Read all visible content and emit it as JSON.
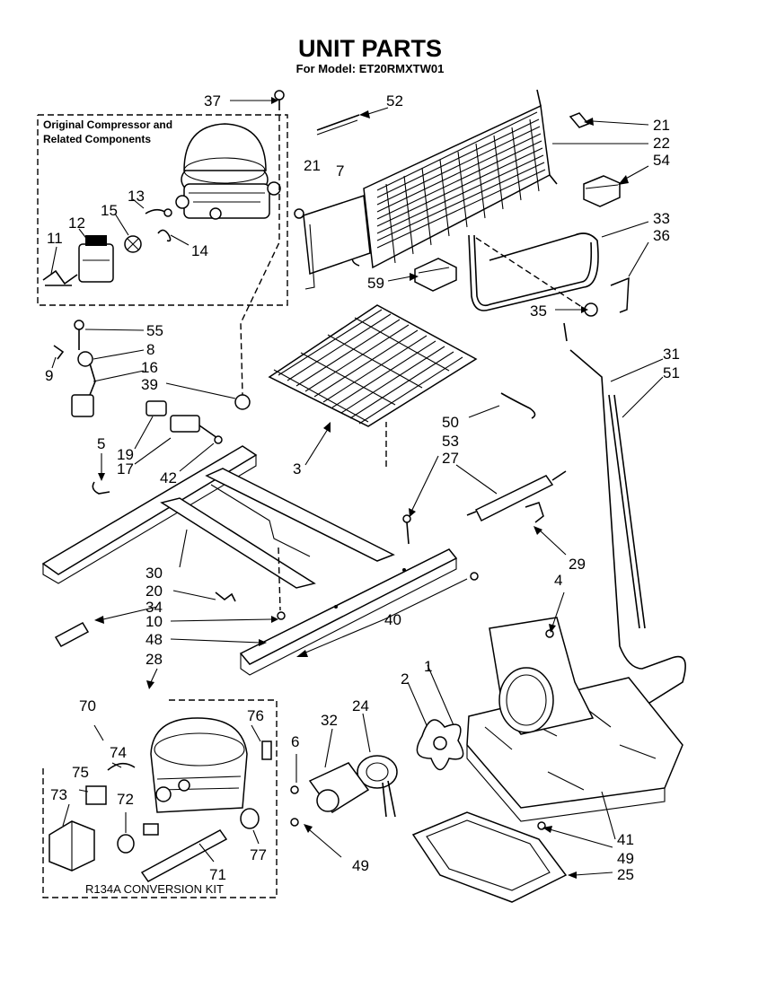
{
  "header": {
    "title": "UNIT PARTS",
    "model_line": "For Model: ET20RMXTW01"
  },
  "compressor_box": {
    "line1": "Original Compressor and",
    "line2": "Related Components"
  },
  "kit_box": {
    "label": "R134A CONVERSION KIT"
  },
  "callouts": {
    "c37": "37",
    "c52": "52",
    "c21a": "21",
    "c22": "22",
    "c21b": "21",
    "c7": "7",
    "c54": "54",
    "c13": "13",
    "c15": "15",
    "c12": "12",
    "c11": "11",
    "c14": "14",
    "c33": "33",
    "c36": "36",
    "c59": "59",
    "c35": "35",
    "c55": "55",
    "c8": "8",
    "c9": "9",
    "c16": "16",
    "c39": "39",
    "c19": "19",
    "c17": "17",
    "c42": "42",
    "c3": "3",
    "c31": "31",
    "c51": "51",
    "c50": "50",
    "c53": "53",
    "c27": "27",
    "c5": "5",
    "c29": "29",
    "c4": "4",
    "c30": "30",
    "c20": "20",
    "c34": "34",
    "c10": "10",
    "c40": "40",
    "c48": "48",
    "c28": "28",
    "c70": "70",
    "c76": "76",
    "c74": "74",
    "c75": "75",
    "c73": "73",
    "c72": "72",
    "c71": "71",
    "c77": "77",
    "c6": "6",
    "c32": "32",
    "c24": "24",
    "c2": "2",
    "c1": "1",
    "c49a": "49",
    "c41": "41",
    "c49b": "49",
    "c25": "25"
  },
  "icons": {
    "compressor": "compressor-icon",
    "condenser": "condenser-coil-icon",
    "fan": "fan-blade-icon",
    "motor": "fan-motor-icon",
    "drain_pan": "drain-pan-icon"
  }
}
